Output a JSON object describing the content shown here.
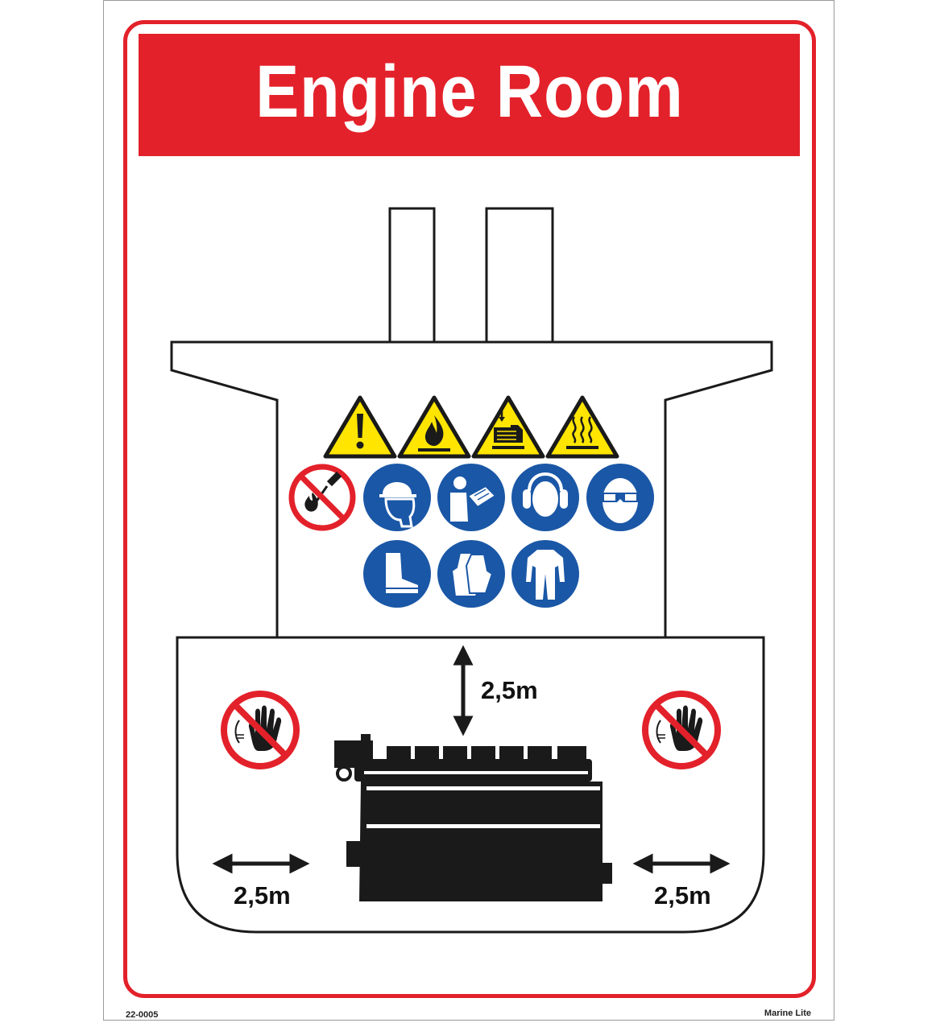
{
  "sign": {
    "title": "Engine Room",
    "product_code": "22-0005",
    "brand": "Marine Lite"
  },
  "colors": {
    "red": "#e3212a",
    "safety_blue": "#1a57a6",
    "warning_yellow": "#ffe500",
    "black": "#1a1a1a"
  },
  "warning_icons": [
    "general-warning-icon",
    "flammable-material-icon",
    "crush-hand-icon",
    "hot-surface-icon"
  ],
  "prohibition_icons": [
    "no-open-flame-icon",
    "do-not-touch-icon"
  ],
  "mandatory_icons": [
    "hard-hat-icon",
    "read-manual-icon",
    "ear-protection-icon",
    "eye-protection-icon",
    "safety-boots-icon",
    "safety-gloves-icon",
    "protective-coverall-icon"
  ],
  "clearances": {
    "top": "2,5m",
    "left": "2,5m",
    "right": "2,5m"
  }
}
